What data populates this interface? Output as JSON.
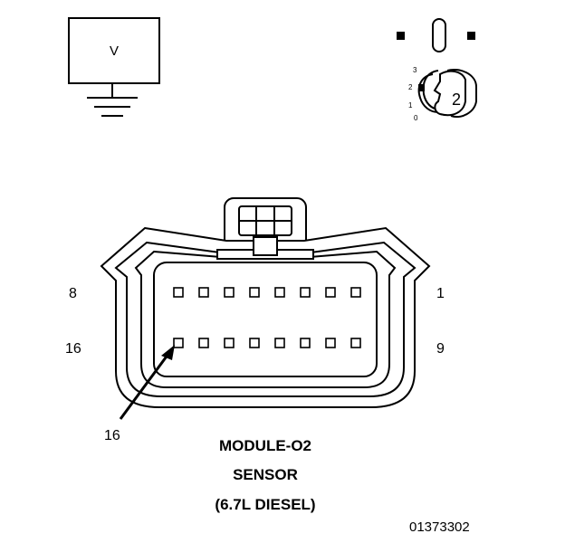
{
  "voltmeter": {
    "symbol": "V"
  },
  "ignition_switch": {
    "positions": [
      "3",
      "2",
      "1",
      "0"
    ],
    "selected": "2"
  },
  "connector": {
    "top_row_left_pin": "8",
    "top_row_right_pin": "1",
    "bottom_row_left_pin": "16",
    "bottom_row_right_pin": "9",
    "pins_per_row": 8,
    "callout_pin": "16"
  },
  "caption": {
    "line1": "MODULE-O2",
    "line2": "SENSOR",
    "line3": "(6.7L DIESEL)"
  },
  "figure_id": "01373302"
}
